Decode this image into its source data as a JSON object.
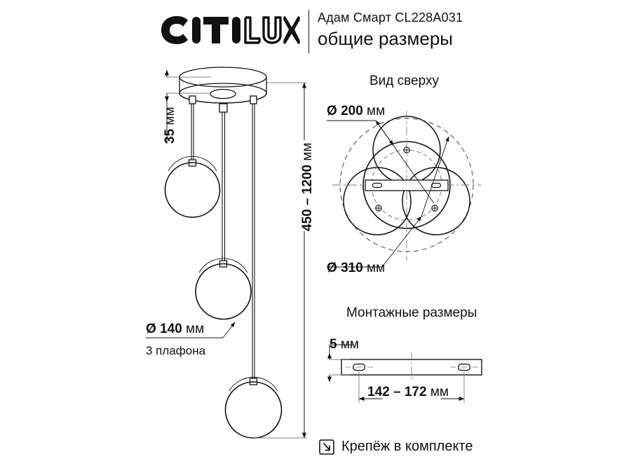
{
  "brand": {
    "logo_text_solid": "CITI",
    "logo_text_outline": "LUX",
    "logo_name": "CITILUX"
  },
  "header": {
    "model_line": "Адам Смарт CL228A031",
    "subtitle": "общие размеры"
  },
  "front_view": {
    "canopy_height": {
      "value": "35",
      "unit": "мм"
    },
    "suspension_range": {
      "value": "450 – 1200",
      "unit": "мм"
    },
    "globe_diameter": {
      "value": "140",
      "unit": "мм",
      "symbol": "Ø"
    },
    "globe_count_note": "3 плафона"
  },
  "top_view": {
    "title": "Вид сверху",
    "base_diameter": {
      "value": "200",
      "unit": "мм",
      "symbol": "Ø"
    },
    "overall_diameter": {
      "value": "310",
      "unit": "мм",
      "symbol": "Ø"
    }
  },
  "mounting": {
    "title": "Монтажные размеры",
    "plate_thickness": {
      "value": "5",
      "unit": "мм"
    },
    "hole_spacing": {
      "value": "142 – 172",
      "unit": "мм"
    }
  },
  "footer": {
    "note": "Крепёж в комплекте",
    "icon": "arrow-into-box-icon"
  },
  "colors": {
    "ink": "#111111",
    "line": "#1a1a1a",
    "thin": "#555555",
    "background": "#ffffff"
  }
}
